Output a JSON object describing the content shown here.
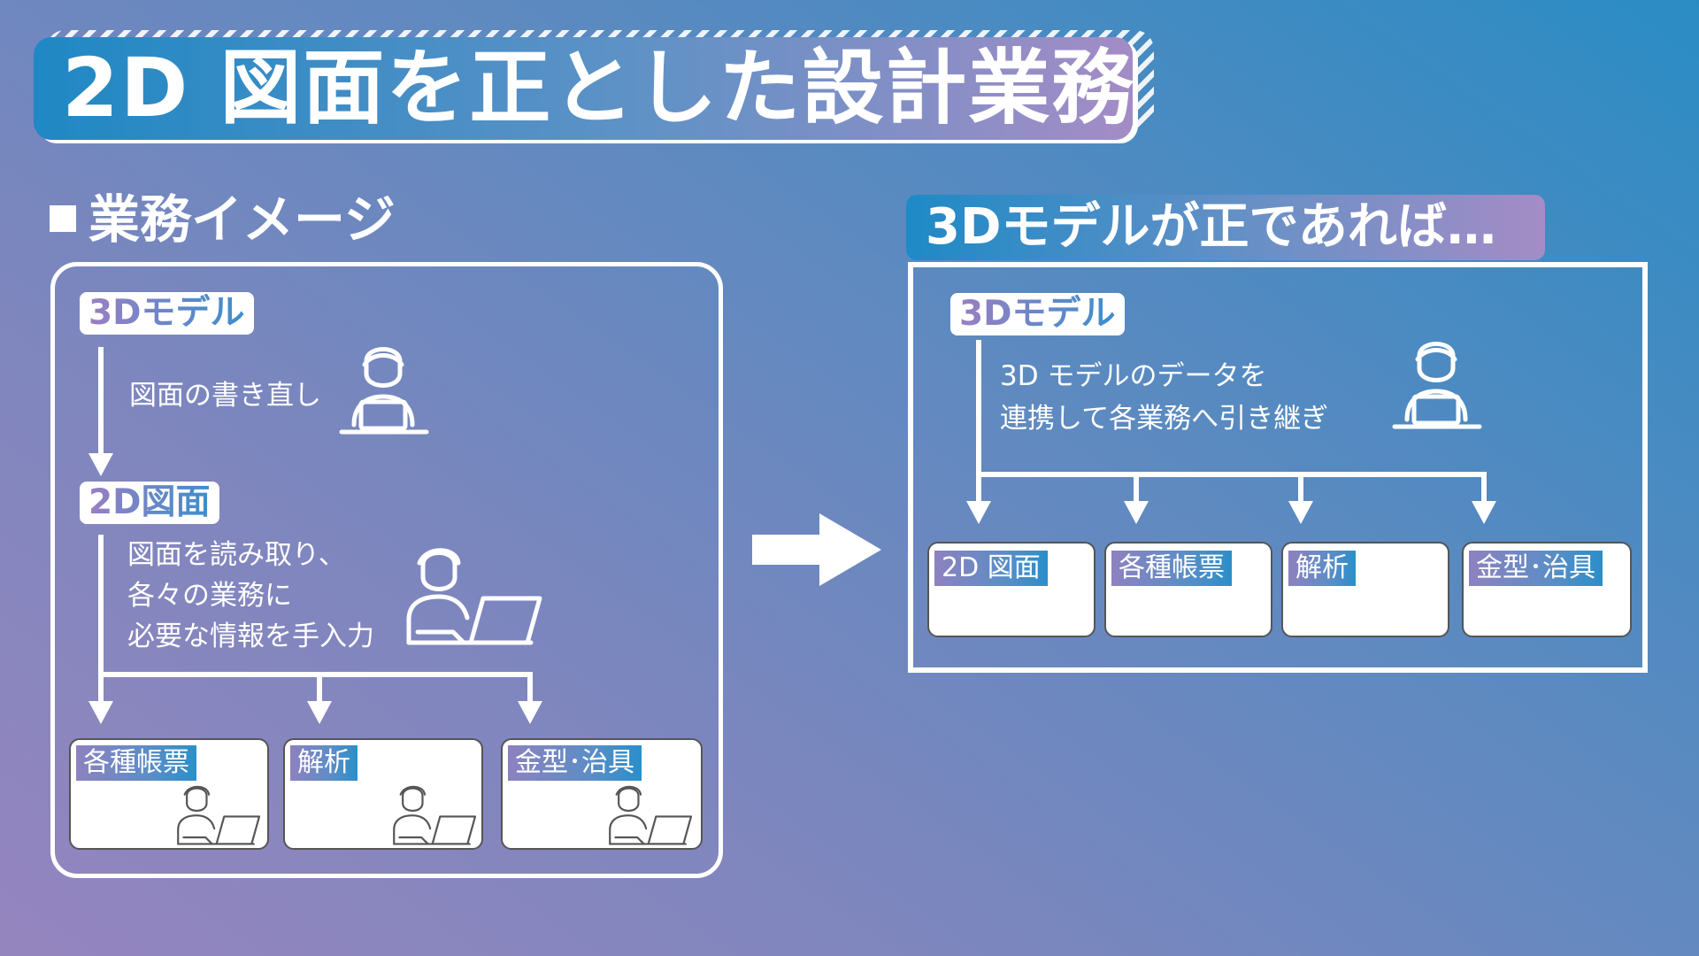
{
  "title": "2D 図面を正とした設計業務",
  "section_label": "業務イメージ",
  "left": {
    "tag_3d": "3Dモデル",
    "desc_redraw": "図面の書き直し",
    "tag_2d": "2D図面",
    "desc_manual": [
      "図面を読み取り、",
      "各々の業務に",
      "必要な情報を手入力"
    ],
    "boxes": [
      "各種帳票",
      "解析",
      "金型･治具"
    ]
  },
  "right": {
    "heading": "3Dモデルが正であれば…",
    "tag_3d": "3Dモデル",
    "desc": [
      "3D モデルのデータを",
      "連携して各業務へ引き継ぎ"
    ],
    "boxes": [
      "2D 図面",
      "各種帳票",
      "解析",
      "金型･治具"
    ]
  },
  "colors": {
    "accent_blue": "#1f88c4",
    "accent_purple": "#a38cc6",
    "line": "#ffffff"
  },
  "icons": [
    "person-laptop-icon",
    "person-laptop-side-icon",
    "right-arrow-icon"
  ]
}
